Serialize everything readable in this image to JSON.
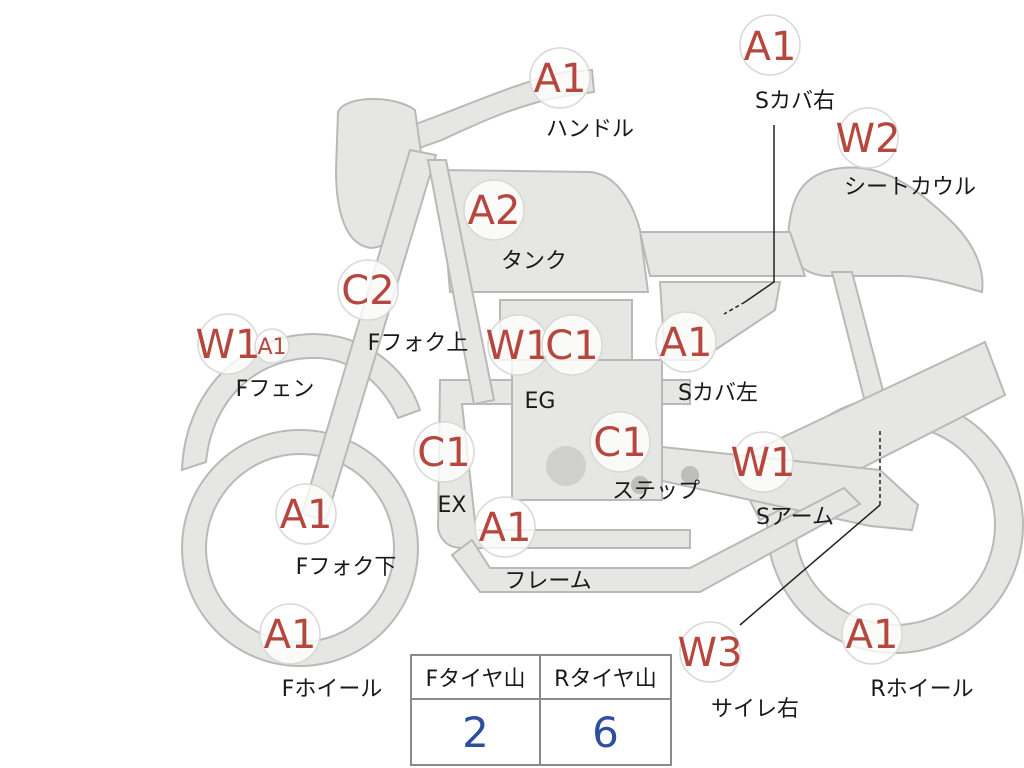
{
  "parts": [
    {
      "grade": "A1",
      "label": "ハンドル"
    },
    {
      "grade": "A1",
      "label": "Sカバ右"
    },
    {
      "grade": "W2",
      "label": "シートカウル"
    },
    {
      "grade": "A2",
      "label": "タンク"
    },
    {
      "grade": "C2",
      "label": "Fフォク上"
    },
    {
      "grade": "W1",
      "label": ""
    },
    {
      "grade": "A1",
      "label": "Fフェン"
    },
    {
      "grade": "W1",
      "label": ""
    },
    {
      "grade": "C1",
      "label": "EG"
    },
    {
      "grade": "A1",
      "label": "Sカバ左"
    },
    {
      "grade": "C1",
      "label": "EX"
    },
    {
      "grade": "C1",
      "label": "ステップ"
    },
    {
      "grade": "W1",
      "label": "Sアーム"
    },
    {
      "grade": "A1",
      "label": "Fフォク下"
    },
    {
      "grade": "A1",
      "label": "フレーム"
    },
    {
      "grade": "A1",
      "label": "Fホイール"
    },
    {
      "grade": "W3",
      "label": "サイレ右"
    },
    {
      "grade": "A1",
      "label": "Rホイール"
    }
  ],
  "tire_table": {
    "headers": [
      "Fタイヤ山",
      "Rタイヤ山"
    ],
    "values": [
      "2",
      "6"
    ]
  },
  "colors": {
    "grade": "#b5473e",
    "label": "#1a1a1a",
    "bike_fill": "#e6e6e4",
    "bike_stroke": "#b9b9b6",
    "table_value": "#2d4f9e"
  }
}
